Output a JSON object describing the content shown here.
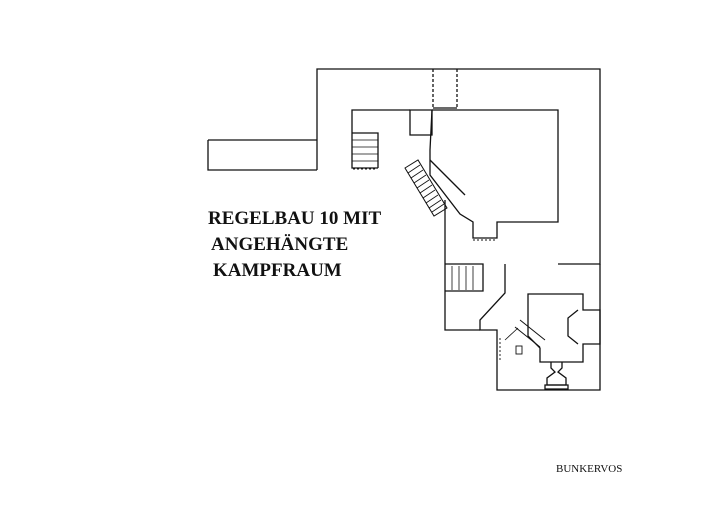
{
  "title": {
    "line1": "REGELBAU 10 MIT",
    "line2": "ANGEHÄNGTE",
    "line3": "KAMPFRAUM"
  },
  "credit": "BUNKERVOS",
  "colors": {
    "ink": "#111111",
    "paper": "#ffffff"
  }
}
